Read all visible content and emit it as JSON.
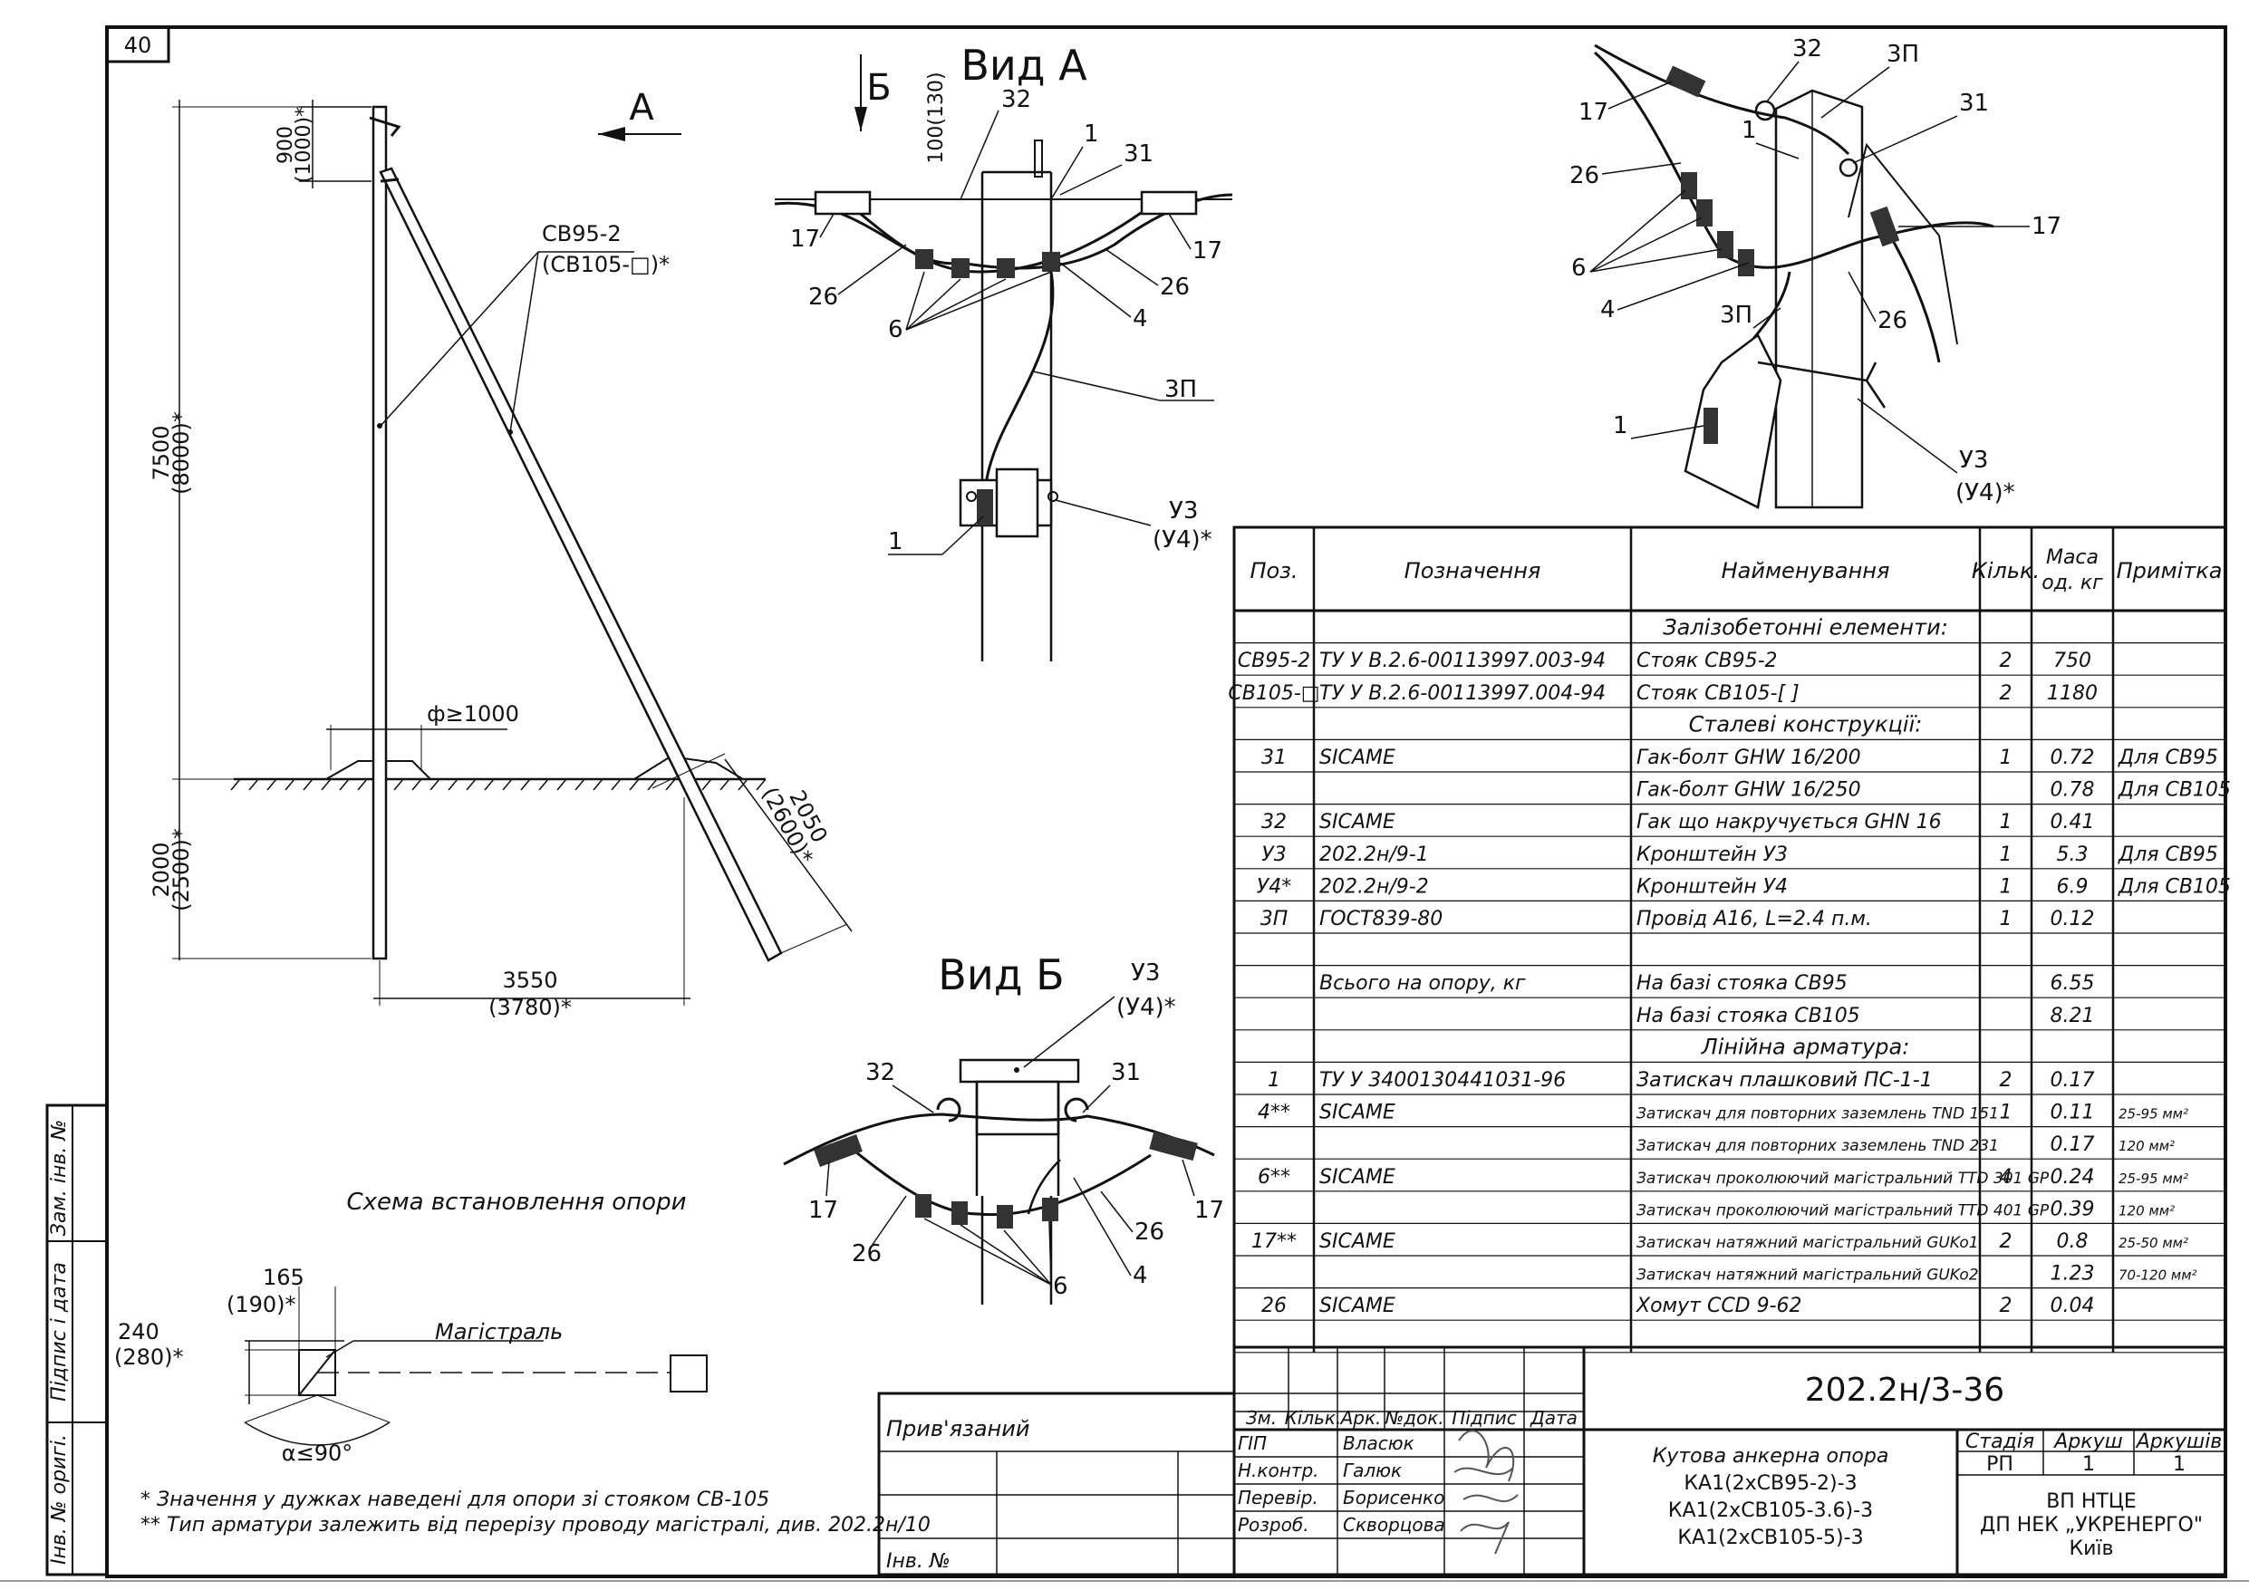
{
  "sheet": {
    "number": "40",
    "drawing_code": "202.2н/3-36",
    "title_lines": [
      "Кутова анкерна опора",
      "КА1(2хСВ95-2)-3",
      "КА1(2хСВ105-3.6)-3",
      "КА1(2хСВ105-5)-3"
    ],
    "stage_header": "Стадія",
    "sheet_header": "Аркуш",
    "sheets_header": "Аркушів",
    "stage": "РП",
    "sheet_no": "1",
    "sheets_total": "1",
    "org_lines": [
      "ВП НТЦЕ",
      "ДП НЕК „УКРЕНЕРГО\"",
      "Київ"
    ],
    "privyazanyi": "Прив'язаний",
    "inv_no": "Інв. №"
  },
  "stamp": {
    "headers": [
      "Зм.",
      "Кільк.",
      "Арк.",
      "№док.",
      "Підпис",
      "Дата"
    ],
    "people": [
      {
        "role": "ГІП",
        "name": "Власюк"
      },
      {
        "role": "Н.контр.",
        "name": "Галюк"
      },
      {
        "role": "Перевір.",
        "name": "Борисенко"
      },
      {
        "role": "Розроб.",
        "name": "Скворцова"
      }
    ]
  },
  "side_labels": [
    "Зам. інв. №",
    "Підпис і дата",
    "Інв. № оригі."
  ],
  "views": {
    "vid_a": "Вид А",
    "vid_b": "Вид Б",
    "arrow_a": "А",
    "arrow_b": "Б",
    "scheme_caption": "Схема встановлення опори",
    "magistral": "Магістраль"
  },
  "dims": {
    "d900": "900",
    "d1000": "(1000)*",
    "d7500": "7500",
    "d8000": "(8000)*",
    "d2000": "2000",
    "d2500": "(2500)*",
    "d3550": "3550",
    "d3780": "(3780)*",
    "d2050": "2050",
    "d2600": "(2600)*",
    "phi": "ф≥1000",
    "sv95": "СВ95-2",
    "sv105": "(СВ105-□)*",
    "d100": "100(130)",
    "d165": "165",
    "d190": "(190)*",
    "d240": "240",
    "d280": "(280)*",
    "alpha": "α≤90°"
  },
  "callouts": {
    "c1": "1",
    "c4": "4",
    "c6": "6",
    "c17": "17",
    "c26": "26",
    "c31": "31",
    "c32": "32",
    "c3p": "3П",
    "u3": "У3",
    "u4": "(У4)*"
  },
  "notes": [
    "* Значення у дужках наведені для опори зі стояком СВ-105",
    "** Тип арматури залежить від перерізу проводу магістралі, див. 202.2н/10"
  ],
  "spec": {
    "headers": [
      "Поз.",
      "Позначення",
      "Найменування",
      "Кільк.",
      "Маса од. кг",
      "Примітка"
    ],
    "rows": [
      {
        "type": "section",
        "name": "Залізобетонні елементи:"
      },
      {
        "pos": "СВ95-2",
        "des": "ТУ У В.2.6-00113997.003-94",
        "name": "Стояк СВ95-2",
        "qty": "2",
        "mass": "750",
        "note": ""
      },
      {
        "pos": "СВ105-□",
        "des": "ТУ У В.2.6-00113997.004-94",
        "name": "Стояк СВ105-[    ]",
        "qty": "2",
        "mass": "1180",
        "note": ""
      },
      {
        "type": "section",
        "name": "Сталеві конструкції:"
      },
      {
        "pos": "31",
        "des": "SICAME",
        "name": "Гак-болт GHW 16/200",
        "qty": "1",
        "mass": "0.72",
        "note": "Для СВ95"
      },
      {
        "pos": "",
        "des": "",
        "name": "Гак-болт GHW 16/250",
        "qty": "",
        "mass": "0.78",
        "note": "Для СВ105"
      },
      {
        "pos": "32",
        "des": "SICAME",
        "name": "Гак що накручується GHN 16",
        "qty": "1",
        "mass": "0.41",
        "note": ""
      },
      {
        "pos": "У3",
        "des": "202.2н/9-1",
        "name": "Кронштейн У3",
        "qty": "1",
        "mass": "5.3",
        "note": "Для СВ95"
      },
      {
        "pos": "У4*",
        "des": "202.2н/9-2",
        "name": "Кронштейн У4",
        "qty": "1",
        "mass": "6.9",
        "note": "Для СВ105"
      },
      {
        "pos": "3П",
        "des": "ГОСТ839-80",
        "name": "Провід А16, L=2.4 п.м.",
        "qty": "1",
        "mass": "0.12",
        "note": ""
      },
      {
        "pos": "",
        "des": "",
        "name": "",
        "qty": "",
        "mass": "",
        "note": ""
      },
      {
        "pos": "",
        "des": "Всього на опору, кг",
        "name": "На базі стояка СВ95",
        "qty": "",
        "mass": "6.55",
        "note": ""
      },
      {
        "pos": "",
        "des": "",
        "name": "На базі стояка СВ105",
        "qty": "",
        "mass": "8.21",
        "note": ""
      },
      {
        "type": "section",
        "name": "Лінійна арматура:"
      },
      {
        "pos": "1",
        "des": "ТУ У 3400130441031-96",
        "name": "Затискач плашковий ПС-1-1",
        "qty": "2",
        "mass": "0.17",
        "note": ""
      },
      {
        "pos": "4**",
        "des": "SICAME",
        "name": "Затискач для повторних заземлень TND 151",
        "qty": "1",
        "mass": "0.11",
        "note": "25-95 мм²"
      },
      {
        "pos": "",
        "des": "",
        "name": "Затискач для повторних заземлень TND 231",
        "qty": "",
        "mass": "0.17",
        "note": "120 мм²"
      },
      {
        "pos": "6**",
        "des": "SICAME",
        "name": "Затискач проколюючий магістральний TTD 301 GP",
        "qty": "4",
        "mass": "0.24",
        "note": "25-95 мм²"
      },
      {
        "pos": "",
        "des": "",
        "name": "Затискач проколюючий магістральний TTD 401 GP",
        "qty": "",
        "mass": "0.39",
        "note": "120 мм²"
      },
      {
        "pos": "17**",
        "des": "SICAME",
        "name": "Затискач натяжний магістральний GUKo1",
        "qty": "2",
        "mass": "0.8",
        "note": "25-50 мм²"
      },
      {
        "pos": "",
        "des": "",
        "name": "Затискач натяжний магістральний GUKo2",
        "qty": "",
        "mass": "1.23",
        "note": "70-120 мм²"
      },
      {
        "pos": "26",
        "des": "SICAME",
        "name": "Хомут CCD 9-62",
        "qty": "2",
        "mass": "0.04",
        "note": ""
      },
      {
        "pos": "",
        "des": "",
        "name": "",
        "qty": "",
        "mass": "",
        "note": ""
      }
    ]
  }
}
